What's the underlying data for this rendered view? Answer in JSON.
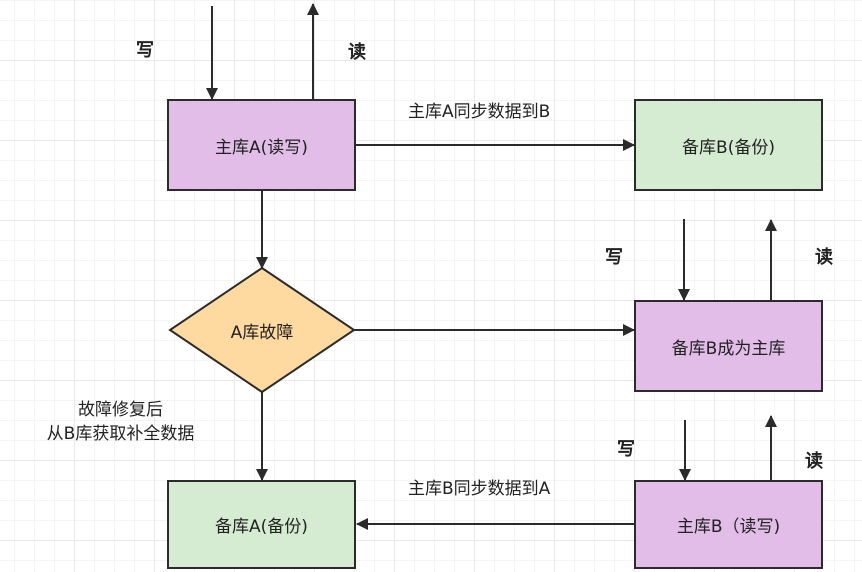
{
  "nodes": {
    "master_a": "主库A(读写)",
    "standby_b": "备库B(备份)",
    "a_failure": "A库故障",
    "b_becomes_master": "备库B成为主库",
    "standby_a": "备库A(备份)",
    "master_b": "主库B（读写)"
  },
  "edge_labels": {
    "a_sync_to_b": "主库A同步数据到B",
    "b_sync_to_a": "主库B同步数据到A",
    "repair_line1": "故障修复后",
    "repair_line2": "从B库获取补全数据"
  },
  "io_labels": {
    "write_a": "写",
    "read_a": "读",
    "write_b1": "写",
    "read_b1": "读",
    "write_b2": "写",
    "read_b2": "读"
  },
  "colors": {
    "master_fill": "#e1bde8",
    "standby_fill": "#d6ecd2",
    "failure_fill": "#ffdaa0",
    "stroke": "#2b2b2b"
  }
}
